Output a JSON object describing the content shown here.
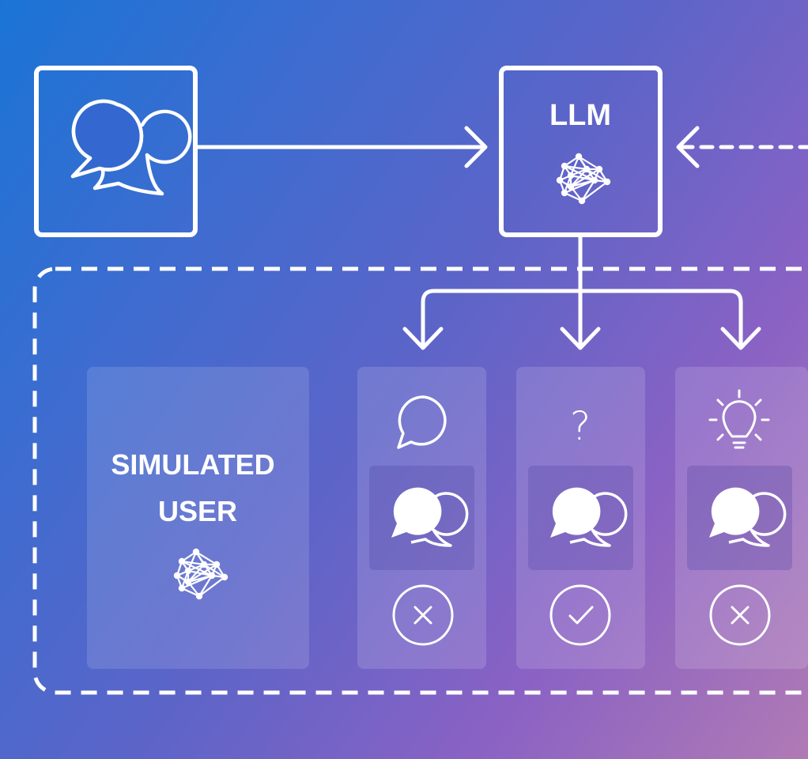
{
  "llm_box": {
    "label": "LLM",
    "icon": "neural-network-icon"
  },
  "input_box": {
    "icon": "chat-bubbles-icon"
  },
  "simulated_user": {
    "line1": "SIMULATED",
    "line2": "USER",
    "icon": "neural-network-icon"
  },
  "responses": [
    {
      "type_icon": "chat-bubble-icon",
      "reply_icon": "chat-bubbles-icon",
      "result_icon": "cross-circle-icon",
      "result": "rejected"
    },
    {
      "type_icon": "question-mark-icon",
      "reply_icon": "chat-bubbles-icon",
      "result_icon": "check-circle-icon",
      "result": "accepted"
    },
    {
      "type_icon": "lightbulb-icon",
      "reply_icon": "chat-bubbles-icon",
      "result_icon": "cross-circle-icon",
      "result": "rejected"
    }
  ],
  "question_glyph": "?",
  "colors": {
    "stroke": "#ffffff",
    "gradient_start": "#1a74d6",
    "gradient_end": "#b07ab4"
  }
}
